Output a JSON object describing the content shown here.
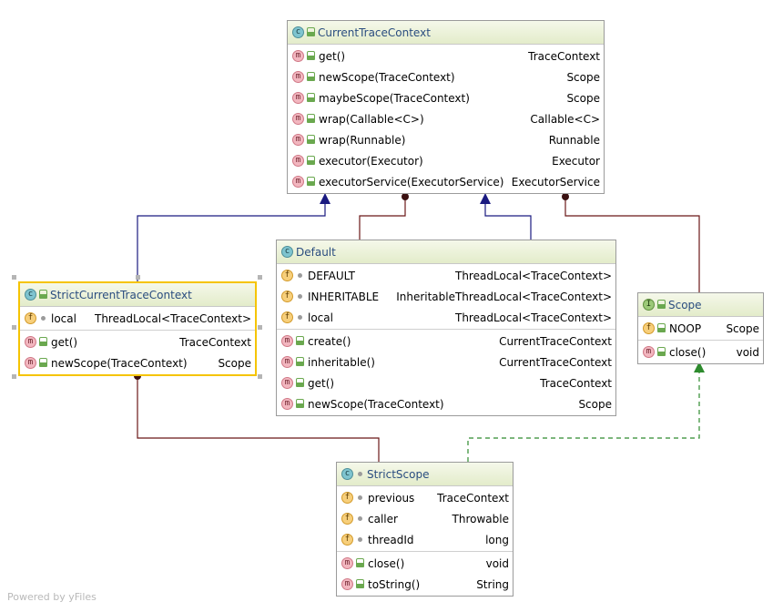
{
  "footer": "Powered by yFiles",
  "colors": {
    "inherit": "#1a1a80",
    "assoc": "#6b1818",
    "implement": "#2e8b2e",
    "title": "#2a4d7f",
    "selection": "#f5c400"
  },
  "classes": {
    "current": {
      "title": "CurrentTraceContext",
      "icon": "class-icon",
      "methods": [
        {
          "name": "get()",
          "type": "TraceContext"
        },
        {
          "name": "newScope(TraceContext)",
          "type": "Scope"
        },
        {
          "name": "maybeScope(TraceContext)",
          "type": "Scope"
        },
        {
          "name": "wrap(Callable<C>)",
          "type": "Callable<C>"
        },
        {
          "name": "wrap(Runnable)",
          "type": "Runnable"
        },
        {
          "name": "executor(Executor)",
          "type": "Executor"
        },
        {
          "name": "executorService(ExecutorService)",
          "type": "ExecutorService"
        }
      ]
    },
    "default": {
      "title": "Default",
      "icon": "class-icon",
      "fields": [
        {
          "name": "DEFAULT",
          "type": "ThreadLocal<TraceContext>"
        },
        {
          "name": "INHERITABLE",
          "type": "InheritableThreadLocal<TraceContext>"
        },
        {
          "name": "local",
          "type": "ThreadLocal<TraceContext>"
        }
      ],
      "methods": [
        {
          "name": "create()",
          "type": "CurrentTraceContext"
        },
        {
          "name": "inheritable()",
          "type": "CurrentTraceContext"
        },
        {
          "name": "get()",
          "type": "TraceContext"
        },
        {
          "name": "newScope(TraceContext)",
          "type": "Scope"
        }
      ]
    },
    "strictCurrent": {
      "title": "StrictCurrentTraceContext",
      "icon": "class-icon",
      "fields": [
        {
          "name": "local",
          "type": "ThreadLocal<TraceContext>"
        }
      ],
      "methods": [
        {
          "name": "get()",
          "type": "TraceContext"
        },
        {
          "name": "newScope(TraceContext)",
          "type": "Scope"
        }
      ]
    },
    "scope": {
      "title": "Scope",
      "icon": "interface-icon",
      "fields": [
        {
          "name": "NOOP",
          "type": "Scope"
        }
      ],
      "methods": [
        {
          "name": "close()",
          "type": "void"
        }
      ]
    },
    "strictScope": {
      "title": "StrictScope",
      "icon": "class-icon",
      "fields": [
        {
          "name": "previous",
          "type": "TraceContext"
        },
        {
          "name": "caller",
          "type": "Throwable"
        },
        {
          "name": "threadId",
          "type": "long"
        }
      ],
      "methods": [
        {
          "name": "close()",
          "type": "void"
        },
        {
          "name": "toString()",
          "type": "String"
        }
      ]
    }
  }
}
